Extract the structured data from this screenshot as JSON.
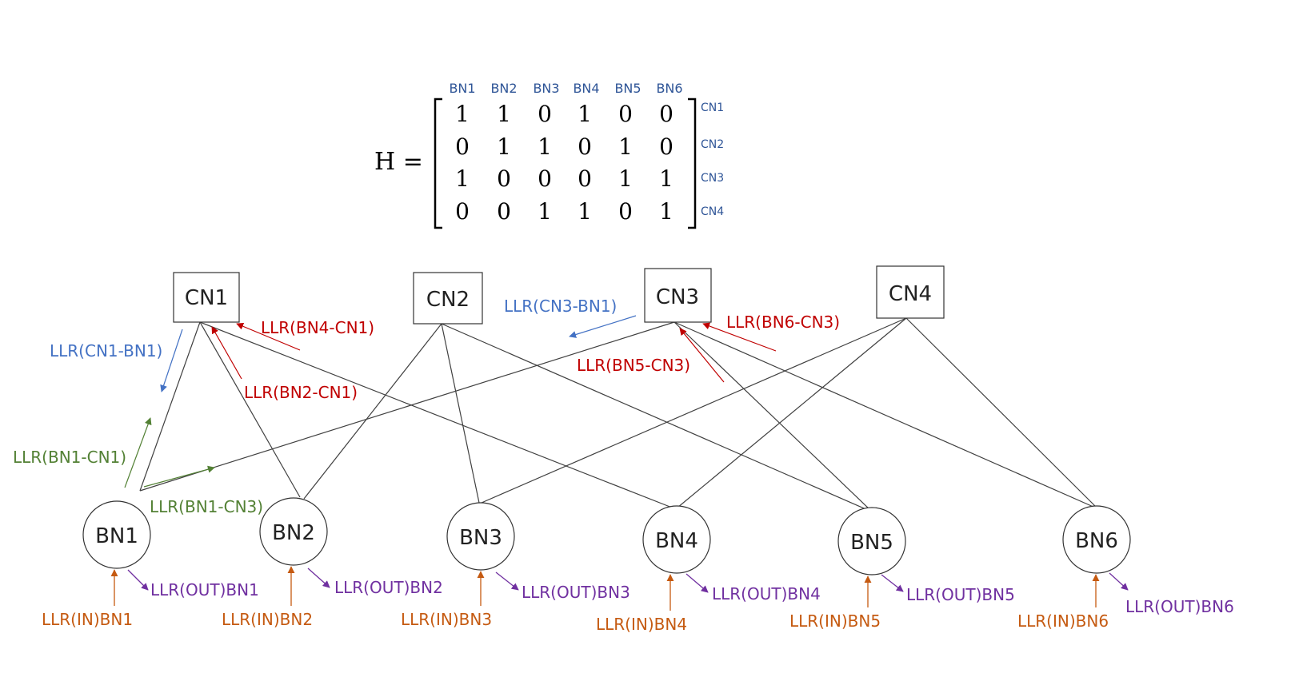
{
  "matrix": {
    "label": "H =",
    "column_headers": [
      "BN1",
      "BN2",
      "BN3",
      "BN4",
      "BN5",
      "BN6"
    ],
    "row_headers": [
      "CN1",
      "CN2",
      "CN3",
      "CN4"
    ],
    "rows": [
      [
        "1",
        "1",
        "0",
        "1",
        "0",
        "0"
      ],
      [
        "0",
        "1",
        "1",
        "0",
        "1",
        "0"
      ],
      [
        "1",
        "0",
        "0",
        "0",
        "1",
        "1"
      ],
      [
        "0",
        "0",
        "1",
        "1",
        "0",
        "1"
      ]
    ]
  },
  "check_nodes": [
    "CN1",
    "CN2",
    "CN3",
    "CN4"
  ],
  "bit_nodes": [
    "BN1",
    "BN2",
    "BN3",
    "BN4",
    "BN5",
    "BN6"
  ],
  "input_labels": [
    "LLR(IN)BN1",
    "LLR(IN)BN2",
    "LLR(IN)BN3",
    "LLR(IN)BN4",
    "LLR(IN)BN5",
    "LLR(IN)BN6"
  ],
  "output_labels": [
    "LLR(OUT)BN1",
    "LLR(OUT)BN2",
    "LLR(OUT)BN3",
    "LLR(OUT)BN4",
    "LLR(OUT)BN5",
    "LLR(OUT)BN6"
  ],
  "messages": {
    "cn1_to_bn1": "LLR(CN1-BN1)",
    "cn3_to_bn1": "LLR(CN3-BN1)",
    "bn4_to_cn1": "LLR(BN4-CN1)",
    "bn2_to_cn1": "LLR(BN2-CN1)",
    "bn6_to_cn3": "LLR(BN6-CN3)",
    "bn5_to_cn3": "LLR(BN5-CN3)",
    "bn1_to_cn1": "LLR(BN1-CN1)",
    "bn1_to_cn3": "LLR(BN1-CN3)"
  },
  "colors": {
    "header_blue": "#2f5597",
    "check_to_bit": "#4472c4",
    "bit_to_check_red": "#c00000",
    "bit_to_check_green": "#538135",
    "input": "#c55a11",
    "output": "#7030a0",
    "edge": "#404040"
  }
}
